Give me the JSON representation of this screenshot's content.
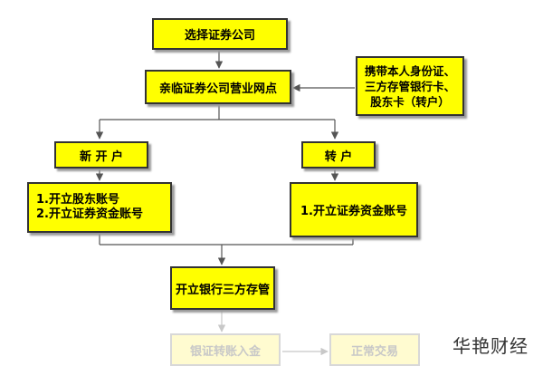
{
  "diagram": {
    "select_firm": "选择证券公司",
    "visit_branch": "亲临证券公司营业网点",
    "requirements": [
      "携带本人身份证、",
      "三方存管银行卡、",
      "股东卡（转户）"
    ],
    "new_account": "新 开 户",
    "transfer": "转  户",
    "new_steps": [
      "1.开立股东账号",
      "2.开立证券资金账号"
    ],
    "transfer_steps": [
      "1.开立证券资金账号"
    ],
    "bank_custody": "开立银行三方存管",
    "bank_transfer": "银证转账入金",
    "trading": "正常交易"
  },
  "watermark": "华艳财经",
  "colors": {
    "box_fill": "#ffff00",
    "box_border": "#333333",
    "faded_fill": "#fffbd0",
    "faded_border": "#d8d8d8"
  }
}
